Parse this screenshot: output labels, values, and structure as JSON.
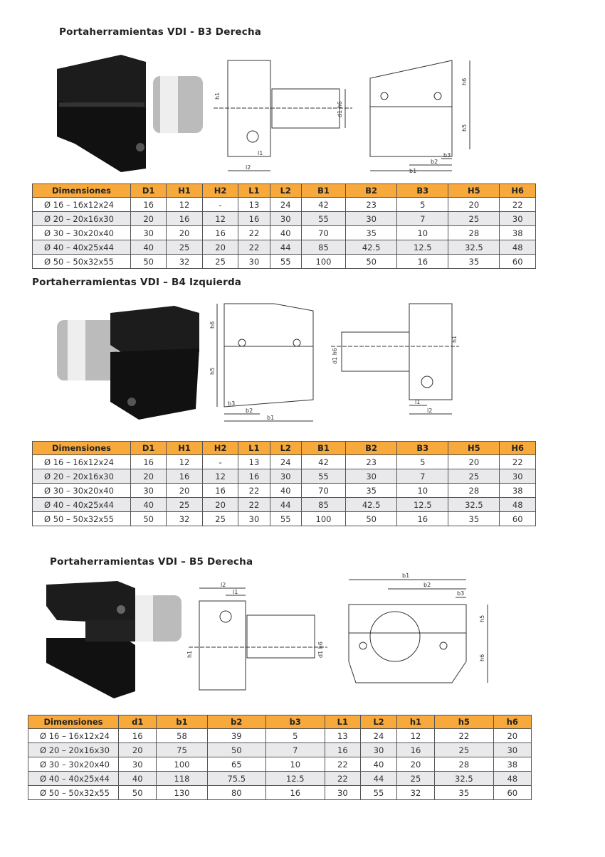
{
  "sections": [
    {
      "title": "Portaherramientas VDI - B3 Derecha",
      "headers": [
        "Dimensiones",
        "D1",
        "H1",
        "H2",
        "L1",
        "L2",
        "B1",
        "B2",
        "B3",
        "H5",
        "H6"
      ],
      "rows": [
        [
          "Ø 16 – 16x12x24",
          "16",
          "12",
          "-",
          "13",
          "24",
          "42",
          "23",
          "5",
          "20",
          "22"
        ],
        [
          "Ø 20 – 20x16x30",
          "20",
          "16",
          "12",
          "16",
          "30",
          "55",
          "30",
          "7",
          "25",
          "30"
        ],
        [
          "Ø 30 – 30x20x40",
          "30",
          "20",
          "16",
          "22",
          "40",
          "70",
          "35",
          "10",
          "28",
          "38"
        ],
        [
          "Ø 40 – 40x25x44",
          "40",
          "25",
          "20",
          "22",
          "44",
          "85",
          "42.5",
          "12.5",
          "32.5",
          "48"
        ],
        [
          "Ø 50 – 50x32x55",
          "50",
          "32",
          "25",
          "30",
          "55",
          "100",
          "50",
          "16",
          "35",
          "60"
        ]
      ],
      "labels": [
        "h1",
        "d1 h6",
        "l1",
        "l2",
        "h6",
        "h5",
        "b3",
        "b2",
        "b1"
      ]
    },
    {
      "title": "Portaherramientas VDI – B4 Izquierda",
      "headers": [
        "Dimensiones",
        "D1",
        "H1",
        "H2",
        "L1",
        "L2",
        "B1",
        "B2",
        "B3",
        "H5",
        "H6"
      ],
      "rows": [
        [
          "Ø 16 – 16x12x24",
          "16",
          "12",
          "-",
          "13",
          "24",
          "42",
          "23",
          "5",
          "20",
          "22"
        ],
        [
          "Ø 20 – 20x16x30",
          "20",
          "16",
          "12",
          "16",
          "30",
          "55",
          "30",
          "7",
          "25",
          "30"
        ],
        [
          "Ø 30 – 30x20x40",
          "30",
          "20",
          "16",
          "22",
          "40",
          "70",
          "35",
          "10",
          "28",
          "38"
        ],
        [
          "Ø 40 – 40x25x44",
          "40",
          "25",
          "20",
          "22",
          "44",
          "85",
          "42.5",
          "12.5",
          "32.5",
          "48"
        ],
        [
          "Ø 50 – 50x32x55",
          "50",
          "32",
          "25",
          "30",
          "55",
          "100",
          "50",
          "16",
          "35",
          "60"
        ]
      ],
      "labels": [
        "h6",
        "h5",
        "b3",
        "b2",
        "b1",
        "d1 h6",
        "h1",
        "l1",
        "l2"
      ]
    },
    {
      "title": "Portaherramientas VDI – B5 Derecha",
      "headers": [
        "Dimensiones",
        "d1",
        "b1",
        "b2",
        "b3",
        "L1",
        "L2",
        "h1",
        "h5",
        "h6"
      ],
      "rows": [
        [
          "Ø 16 – 16x12x24",
          "16",
          "58",
          "39",
          "5",
          "13",
          "24",
          "12",
          "22",
          "20"
        ],
        [
          "Ø 20 – 20x16x30",
          "20",
          "75",
          "50",
          "7",
          "16",
          "30",
          "16",
          "25",
          "30"
        ],
        [
          "Ø 30 – 30x20x40",
          "30",
          "100",
          "65",
          "10",
          "22",
          "40",
          "20",
          "28",
          "38"
        ],
        [
          "Ø 40 – 40x25x44",
          "40",
          "118",
          "75.5",
          "12.5",
          "22",
          "44",
          "25",
          "32.5",
          "48"
        ],
        [
          "Ø 50 – 50x32x55",
          "50",
          "130",
          "80",
          "16",
          "30",
          "55",
          "32",
          "35",
          "60"
        ]
      ],
      "labels": [
        "l2",
        "l1",
        "h1",
        "d1 h6",
        "b1",
        "b2",
        "b3",
        "h5",
        "h6"
      ]
    }
  ],
  "colors": {
    "header": "#f7a93b",
    "alt_row": "#e9e9ec"
  }
}
